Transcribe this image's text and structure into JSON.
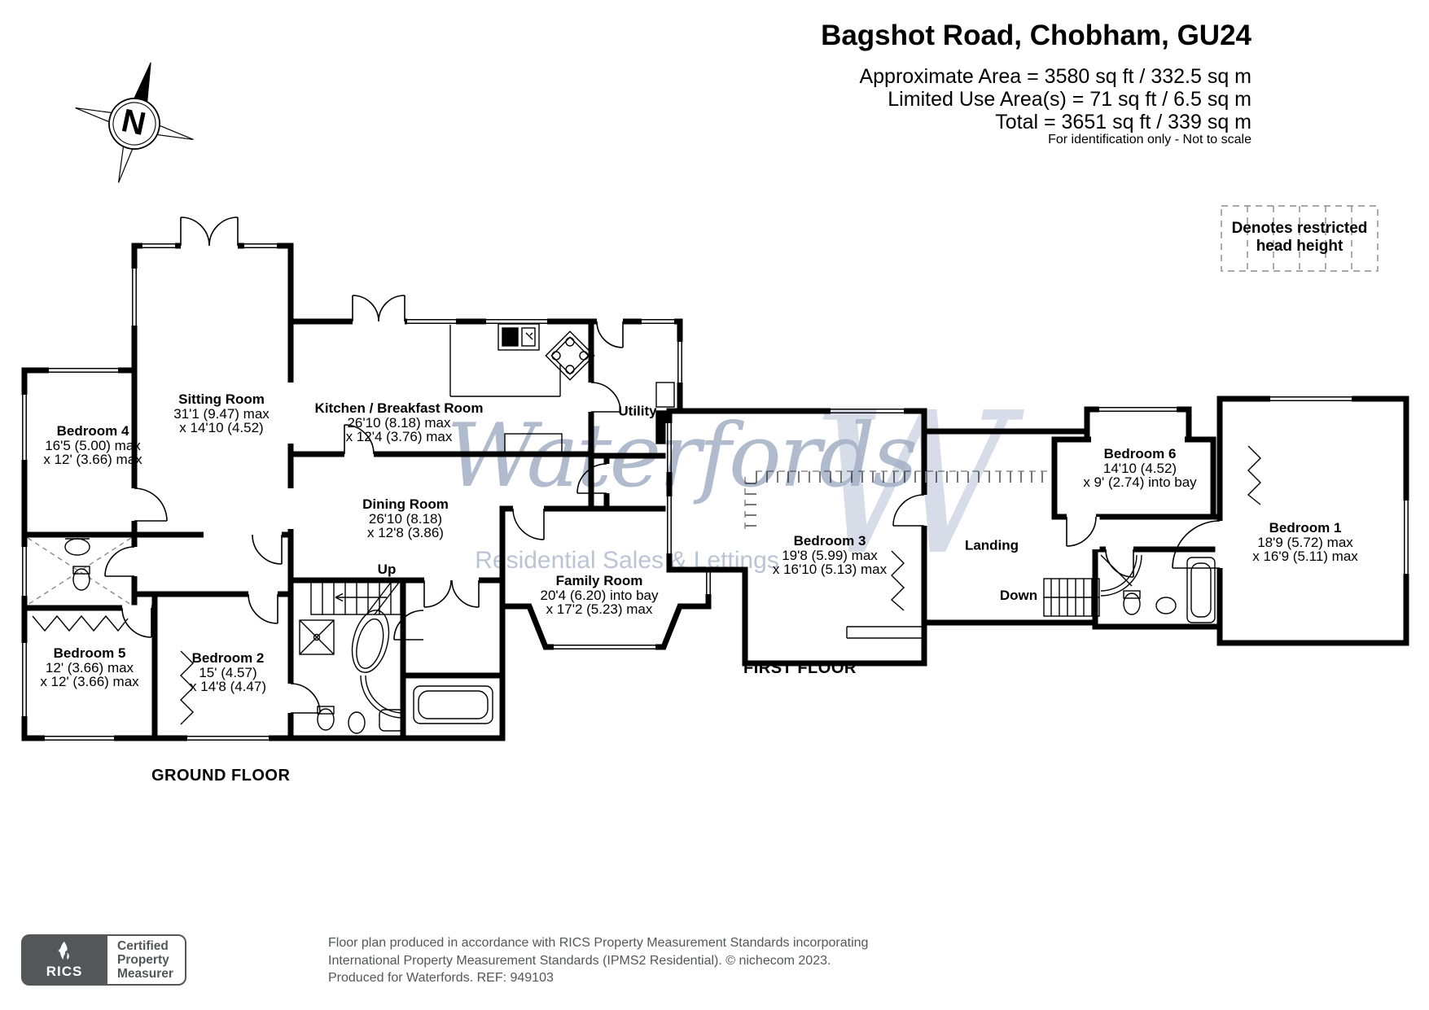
{
  "header": {
    "title": "Bagshot Road, Chobham, GU24",
    "line1": "Approximate Area = 3580 sq ft / 332.5 sq m",
    "line2": "Limited Use Area(s) = 71 sq ft / 6.5 sq m",
    "line3": "Total = 3651 sq ft / 339 sq m",
    "note": "For identification only - Not to scale"
  },
  "legend": {
    "line1": "Denotes restricted",
    "line2": "head height"
  },
  "compass": {
    "north_label": "N"
  },
  "watermark": {
    "brand": "Waterfords",
    "monogram": "W",
    "tagline": "Residential Sales & Lettings"
  },
  "floors": {
    "ground": {
      "caption": "GROUND FLOOR",
      "stairs_label": "Up",
      "rooms": [
        {
          "name": "Bedroom 4",
          "dim1": "16'5 (5.00) max",
          "dim2": "x 12' (3.66) max"
        },
        {
          "name": "Sitting Room",
          "dim1": "31'1 (9.47) max",
          "dim2": "x 14'10 (4.52)"
        },
        {
          "name": "Kitchen / Breakfast Room",
          "dim1": "26'10 (8.18) max",
          "dim2": "x 12'4 (3.76) max"
        },
        {
          "name": "Utility"
        },
        {
          "name": "Dining Room",
          "dim1": "26'10 (8.18)",
          "dim2": "x 12'8 (3.86)"
        },
        {
          "name": "Family Room",
          "dim1": "20'4 (6.20) into bay",
          "dim2": "x 17'2 (5.23) max"
        },
        {
          "name": "Bedroom 5",
          "dim1": "12' (3.66) max",
          "dim2": "x 12' (3.66) max"
        },
        {
          "name": "Bedroom 2",
          "dim1": "15' (4.57)",
          "dim2": "x 14'8 (4.47)"
        }
      ]
    },
    "first": {
      "caption": "FIRST FLOOR",
      "stairs_label": "Down",
      "rooms": [
        {
          "name": "Bedroom 3",
          "dim1": "19'8 (5.99) max",
          "dim2": "x 16'10 (5.13) max"
        },
        {
          "name": "Bedroom 6",
          "dim1": "14'10 (4.52)",
          "dim2": "x 9' (2.74) into bay"
        },
        {
          "name": "Bedroom 1",
          "dim1": "18'9 (5.72) max",
          "dim2": "x 16'9 (5.11) max"
        },
        {
          "name": "Landing"
        }
      ]
    }
  },
  "footer": {
    "rics_label": "RICS",
    "badge_line1": "Certified",
    "badge_line2": "Property",
    "badge_line3": "Measurer",
    "line1": "Floor plan produced in accordance with RICS Property Measurement Standards incorporating",
    "line2": "International Property Measurement Standards (IPMS2 Residential).   © nichecom 2023.",
    "line3": "Produced for Waterfords.   REF: 949103"
  },
  "colors": {
    "wall": "#000000",
    "watermark": "#a3afc6",
    "footer_text": "#55565a",
    "badge": "#55565a"
  }
}
